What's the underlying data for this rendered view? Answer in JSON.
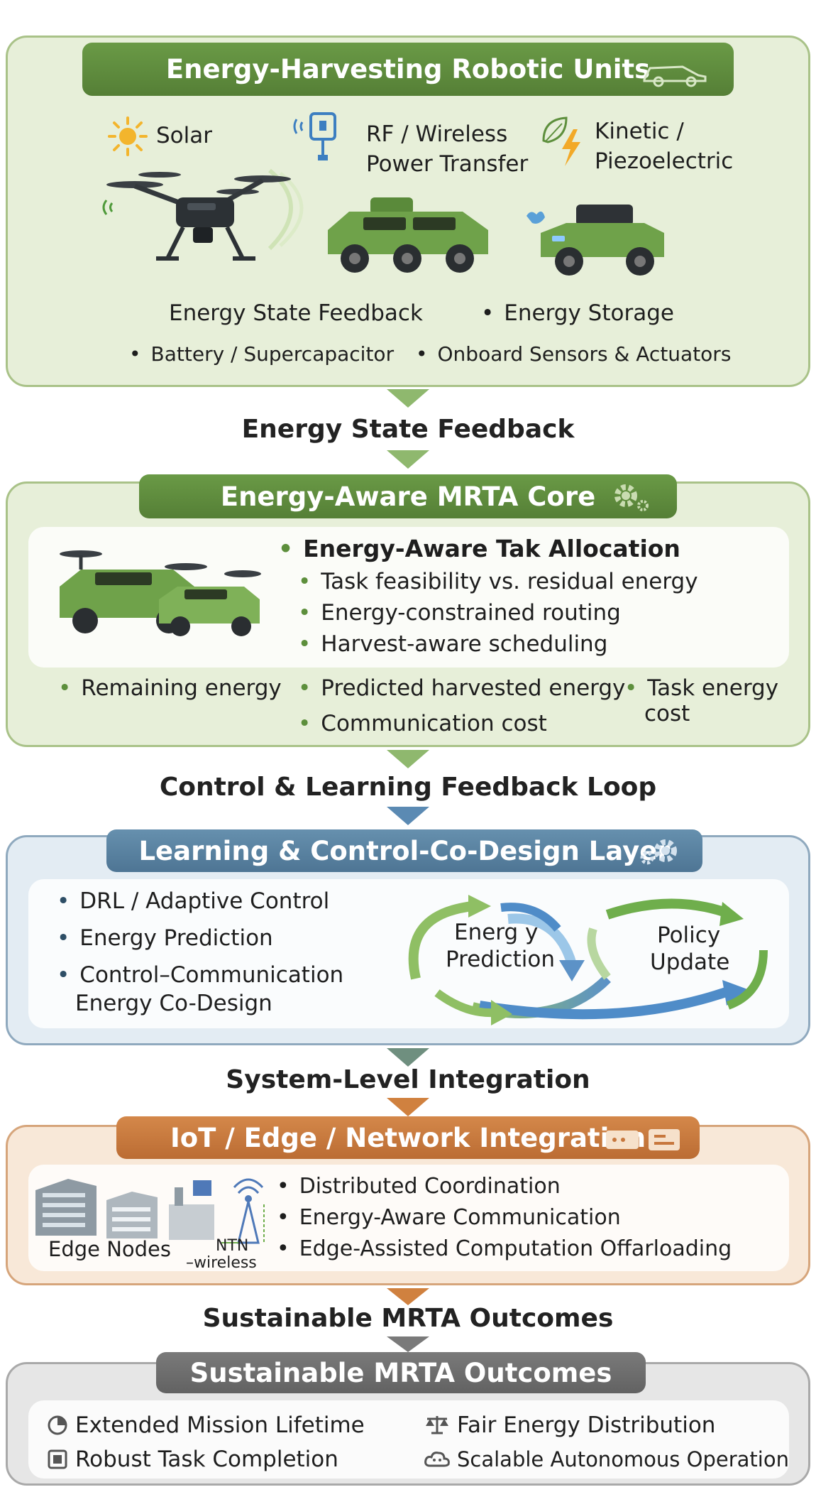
{
  "colors": {
    "green_bg": "#e7efd9",
    "green_border": "#9bb77a",
    "green_banner": "#5f8e3e",
    "blue_bg": "#e3ecf3",
    "blue_border": "#86a6bf",
    "blue_banner": "#587f9e",
    "orange_bg": "#f8e8d8",
    "orange_border": "#d9a878",
    "orange_banner": "#c7773d",
    "gray_bg": "#e6e6e6",
    "gray_border": "#a7a7a7",
    "gray_banner": "#6f6f6f"
  },
  "harvest": {
    "title": "Energy-Harvesting Robotic Units",
    "sources": {
      "solar": "Solar",
      "rf_line1": "RF / Wireless",
      "rf_line2": "Power Transfer",
      "kinetic_line1": "Kinetic /",
      "kinetic_line2": "Piezoelectric"
    },
    "feedback_label": "Energy State Feedback",
    "storage": "Energy Storage",
    "battery": "Battery / Supercapacitor",
    "sensors": "Onboard Sensors & Actuators"
  },
  "connectors": {
    "c1": "Energy State Feedback",
    "c2": "Control & Learning Feedback Loop",
    "c3": "System-Level Integration",
    "c4": "Sustainable MRTA Outcomes"
  },
  "mrta": {
    "title": "Energy-Aware MRTA Core",
    "allocation_heading": "Energy-Aware Tak Allocation",
    "items": [
      "Task feasibility vs. residual energy",
      "Energy-constrained routing",
      "Harvest-aware scheduling"
    ],
    "inputs": {
      "remaining": "Remaining energy",
      "predicted": "Predicted harvested energy",
      "task_line1": "Task energy",
      "task_line2": "cost",
      "communication": "Communication cost"
    }
  },
  "learning": {
    "title": "Learning & Control-Co-Design Layer",
    "items": [
      "DRL / Adaptive Control",
      "Energy Prediction"
    ],
    "codesign_line1": "Control–Communication",
    "codesign_line2": "Energy Co-Design",
    "loop_left_line1": "Energ y",
    "loop_left_line2": "Prediction",
    "loop_right_line1": "Policy",
    "loop_right_line2": "Update"
  },
  "iot": {
    "title": "IoT / Edge / Network Integration",
    "edge_label": "Edge Nodes",
    "ntn_line1": "NTN",
    "ntn_line2": "–wireless",
    "items": [
      "Distributed Coordination",
      "Energy-Aware Communication",
      "Edge-Assisted Computation Offarloading"
    ]
  },
  "outcomes": {
    "title": "Sustainable MRTA Outcomes",
    "items": [
      "Extended Mission Lifetime",
      "Fair Energy Distribution",
      "Robust Task Completion",
      "Scalable Autonomous Operation"
    ]
  }
}
